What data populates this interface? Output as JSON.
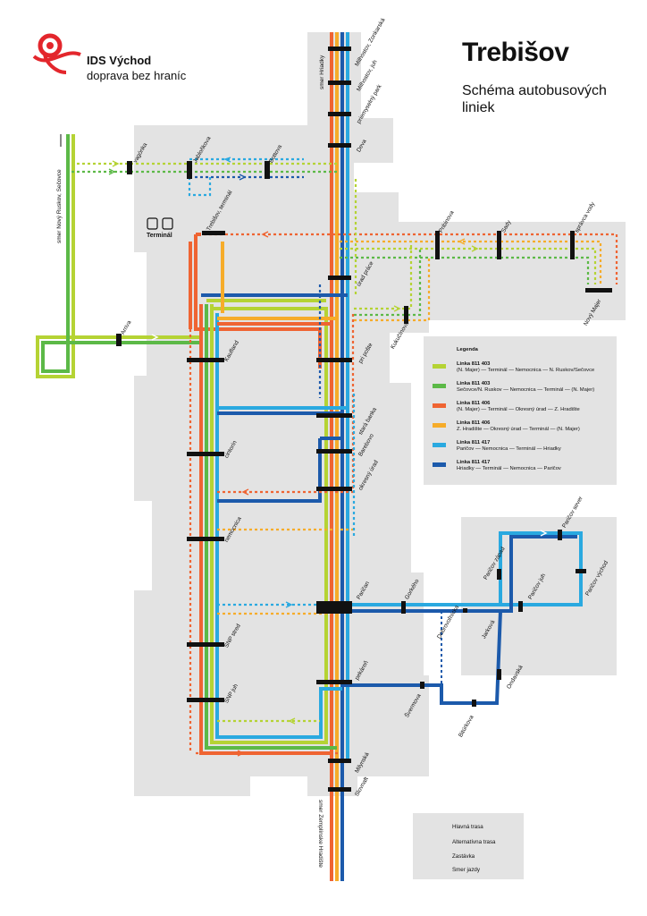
{
  "brand": {
    "name": "IDS Východ",
    "tagline": "doprava bez hraníc",
    "colors": {
      "red": "#e3262c"
    }
  },
  "title": {
    "city": "Trebišov",
    "subtitle": "Schéma autobusových liniek"
  },
  "terminal": {
    "label": "Terminál",
    "icon": "bus-icon"
  },
  "directions": {
    "north_left": "smer Nový Ruskov, Sečovce",
    "north_top": "smer Hriadky",
    "south": "smer Zemplínske Hradište"
  },
  "stops": {
    "milhostov_zonkarska": "Milhostov, Zonkarská",
    "milhostov_juh": "Milhostov, juh",
    "priemyselny_park": "priemyselný park",
    "deva": "Deva",
    "vagonka": "vagónka",
    "jablonkova": "Jabloňkova",
    "bottova": "Bottova",
    "trebisov_terminal": "Trebišov, terminál",
    "urad_prace": "úrad práce",
    "pribinova": "Pribinova",
    "sady": "Sady",
    "spravca_vody": "správca vody",
    "novy_majer": "Nový Majer",
    "kukucinova": "Kukučínova",
    "arriva": "Arriva",
    "kaufland": "Kaufland",
    "pri_posle": "pri pošte",
    "stara_banka": "stará banka",
    "barebovo": "Barebovo",
    "okresny_urad": "okresný úrad",
    "cintorin": "cintorín",
    "nemocnica": "nemocnica",
    "paricov_sever": "Paričov sever",
    "paricov_zapad": "Paričov západ",
    "paricov_vychod": "Paričov východ",
    "paricov_juh": "Paričov juh",
    "parican": "Paričan",
    "gorkeho": "Gorkého",
    "dobrovolnicka": "Dobrovoľnícka",
    "jarkova": "Jarková",
    "snp_stred": "SNP stred",
    "snp_juh": "SNP juh",
    "pekaren": "pekáreň",
    "svermova": "Švermova",
    "biturkova": "Bitúrkova",
    "ondavska": "Ondavská",
    "milynska": "Milynská",
    "slovnaft": "Slovnaft"
  },
  "legend": {
    "title": "Legenda",
    "lines": [
      {
        "name": "Linka 811 403",
        "route": "(N. Majer) — Terminál — Nemocnica — N. Ruskov/Sečovce",
        "color": "#b5d334"
      },
      {
        "name": "Linka 811 403",
        "route": "Sečovce/N. Ruskov — Nemocnica — Terminál — (N. Majer)",
        "color": "#5cb947"
      },
      {
        "name": "Linka 811 406",
        "route": "(N. Majer) — Terminál — Okresný úrad — Z. Hradište",
        "color": "#ef6432"
      },
      {
        "name": "Linka 811 406",
        "route": "Z. Hradište — Okresný úrad — Terminál — (N. Majer)",
        "color": "#f6ac2a"
      },
      {
        "name": "Linka 811 417",
        "route": "Paričov — Nemocnica — Terminál — Hriadky",
        "color": "#2aa9e0"
      },
      {
        "name": "Linka 811 417",
        "route": "Hriadky — Terminál — Nemocnica — Paričov",
        "color": "#1c5aab"
      }
    ]
  },
  "key": {
    "main": "Hlavná trasa",
    "alternative": "Alternatívna trasa",
    "stop": "Zastávka",
    "direction": "Smer jazdy"
  }
}
